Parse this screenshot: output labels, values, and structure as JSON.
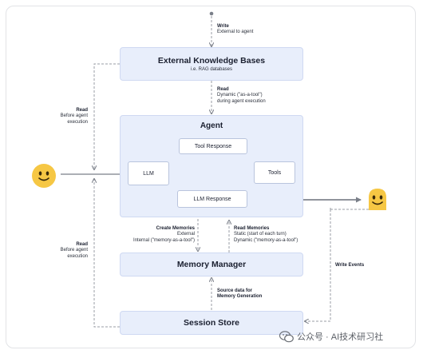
{
  "top_annotation": {
    "title": "Write",
    "line1": "External to agent"
  },
  "external_kb": {
    "title": "External Knowledge Bases",
    "subtitle": "i.e. RAG databases"
  },
  "read_dynamic": {
    "title": "Read",
    "line1": "Dynamic (\"as-a-tool\")",
    "line2": "during agent execution"
  },
  "read_before_top": {
    "title": "Read",
    "line1": "Before agent",
    "line2": "execution"
  },
  "agent": {
    "title": "Agent",
    "tool_response": "Tool Response",
    "llm": "LLM",
    "tools": "Tools",
    "llm_response": "LLM Response"
  },
  "create_memories": {
    "title": "Create Memories",
    "line1": "External",
    "line2": "Internal (\"memory-as-a-tool\")"
  },
  "read_memories": {
    "title": "Read Memories",
    "line1": "Static (start of each turn)",
    "line2": "Dynamic (\"memory-as-a-tool\")"
  },
  "read_before_bottom": {
    "title": "Read",
    "line1": "Before agent",
    "line2": "execution"
  },
  "write_events": {
    "title": "Write Events"
  },
  "memory_manager": {
    "title": "Memory Manager"
  },
  "source_data": {
    "line1": "Source data for",
    "line2": "Memory Generation"
  },
  "session_store": {
    "title": "Session Store"
  },
  "watermark": {
    "text": "公众号 · AI技术研习社"
  },
  "icons": [
    "user-smiley-icon",
    "user-smiley-icon",
    "wechat-icon"
  ],
  "colors": {
    "box_fill": "#e8eefb",
    "box_border": "#cfd9f2",
    "arrow": "#7a7f89",
    "dashed": "#9a9da4",
    "smiley": "#f6c744"
  }
}
